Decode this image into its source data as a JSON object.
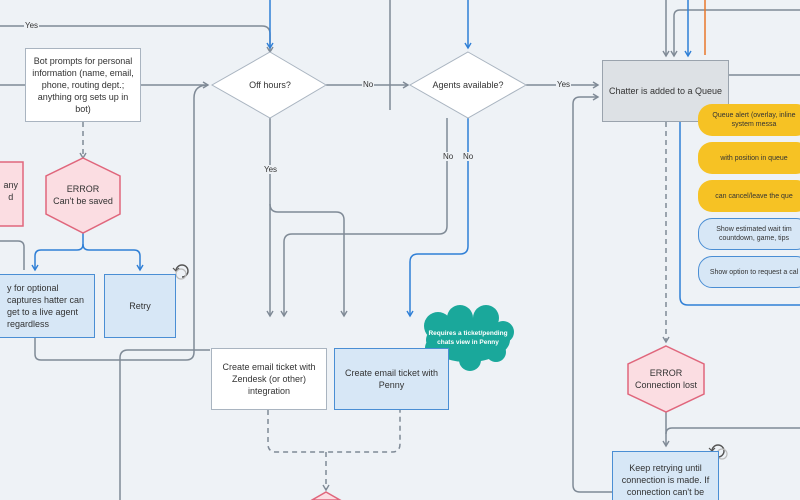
{
  "edges": {
    "yes_top": "Yes",
    "no_offhours": "No",
    "yes_agents": "Yes",
    "yes_offhours_down": "Yes",
    "no_agents_1": "No",
    "no_agents_2": "No"
  },
  "nodes": {
    "bot_prompts": "Bot prompts for personal information (name, email, phone, routing dept.; anything org sets up in bot)",
    "left_partial_red": "any\nd",
    "error_cant_save_title": "ERROR",
    "error_cant_save_sub": "Can't be saved",
    "optional_captures": "y for optional captures hatter can get to a live agent regardless",
    "retry": "Retry",
    "off_hours": "Off hours?",
    "agents_available": "Agents available?",
    "chatter_queue": "Chatter is added to a Queue",
    "email_ticket_zendesk": "Create email ticket with Zendesk (or other) integration",
    "email_ticket_penny": "Create email ticket with Penny",
    "cloud_note": "Requires a ticket/pending chats view in Penny",
    "error_connection_title": "ERROR",
    "error_connection_sub": "Connection lost",
    "keep_retrying": "Keep retrying until connection is made. If connection can't be"
  },
  "queue_items": [
    {
      "text": "Queue alert (overlay, inline system messa",
      "style": "yellow"
    },
    {
      "text": "with position in queue",
      "style": "yellow"
    },
    {
      "text": "can cancel/leave the que",
      "style": "yellow"
    },
    {
      "text": "Show estimated wait tim countdown, game, tips",
      "style": "blue"
    },
    {
      "text": "Show option to request a cal",
      "style": "blue"
    }
  ],
  "colors": {
    "connector_gray": "#7f8a96",
    "connector_blue": "#2f7fd6",
    "connector_orange": "#e8782b",
    "error_fill": "#fbdde2",
    "error_stroke": "#e0667c",
    "cloud_fill": "#1aa89b",
    "yellow_pill": "#f6c224"
  },
  "icons": [
    "retry-refresh-icon"
  ]
}
